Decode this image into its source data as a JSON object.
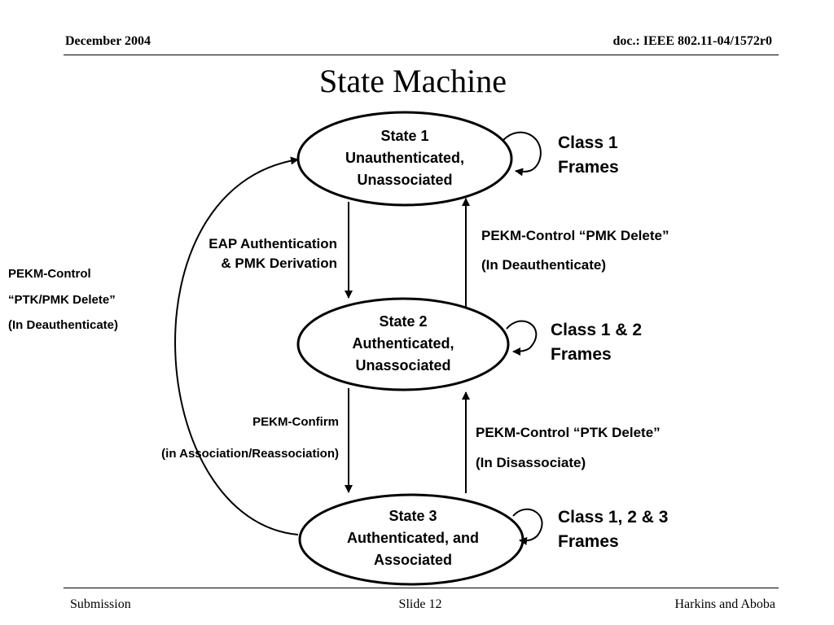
{
  "header": {
    "date": "December 2004",
    "doc": "doc.: IEEE 802.11-04/1572r0"
  },
  "title": "State Machine",
  "states": [
    {
      "line1": "State 1",
      "line2": "Unauthenticated,",
      "line3": "Unassociated"
    },
    {
      "line1": "State 2",
      "line2": "Authenticated,",
      "line3": "Unassociated"
    },
    {
      "line1": "State 3",
      "line2": "Authenticated, and",
      "line3": "Associated"
    }
  ],
  "frames": [
    {
      "line1": "Class 1",
      "line2": "Frames"
    },
    {
      "line1": "Class 1  & 2",
      "line2": "Frames"
    },
    {
      "line1": "Class 1, 2 & 3",
      "line2": "Frames"
    }
  ],
  "transitions": {
    "eap_line1": "EAP Authentication",
    "eap_line2": "& PMK Derivation",
    "pmk_delete_line1": "PEKM-Control “PMK Delete”",
    "pmk_delete_line2": "(In Deauthenticate)",
    "confirm_line1": "PEKM-Confirm",
    "confirm_line2": "(in Association/Reassociation)",
    "ptk_delete_line1": "PEKM-Control “PTK Delete”",
    "ptk_delete_line2": "(In Disassociate)",
    "left_line1": "PEKM-Control",
    "left_line2": "“PTK/PMK Delete”",
    "left_line3": "(In Deauthenticate)"
  },
  "footer": {
    "left": "Submission",
    "center": "Slide 12",
    "right": "Harkins and Aboba"
  }
}
